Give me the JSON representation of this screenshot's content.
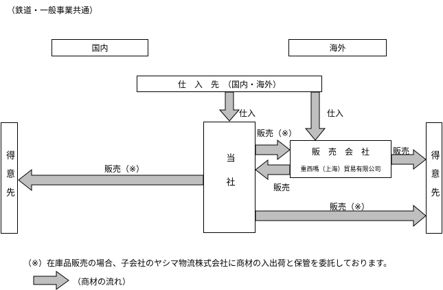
{
  "caption": "（鉄道・一般事業共通）",
  "domestic": "国内",
  "overseas": "海外",
  "supplier": "仕　入　先　（国内・海外）",
  "company": "当社",
  "sales_company": "販　売　会　社",
  "sales_company_sub": "重西嗎（上海）貿易有限公司",
  "customer_left": "得意先",
  "customer_right": "得意先",
  "arrows": {
    "shiire_1": "仕入",
    "shiire_2": "仕入",
    "hanbai_note_1": "販売（※）",
    "hanbai_note_2": "販売（※）",
    "hanbai_note_3": "販売（※）",
    "hanbai_1": "販売",
    "hanbai_2": "販売"
  },
  "footnote": "（※）在庫品販売の場合、子会社のヤシマ物流株式会社に商材の入出荷と保管を委託しております。",
  "legend": "（商材の流れ）",
  "colors": {
    "arrow_fill": "#bfbfbf",
    "stroke": "#000000"
  }
}
